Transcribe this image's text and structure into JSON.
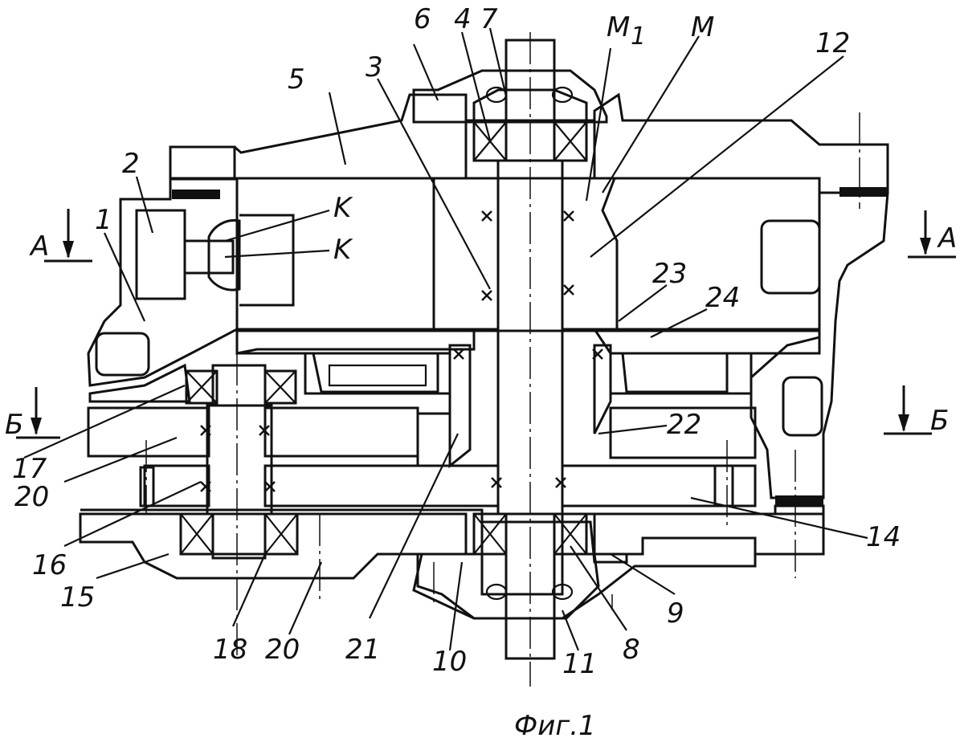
{
  "figure": {
    "caption": "Фиг.1",
    "section_marks": [
      {
        "id": "a-left",
        "letter": "А"
      },
      {
        "id": "a-right",
        "letter": "А"
      },
      {
        "id": "b-left",
        "letter": "Б"
      },
      {
        "id": "b-right",
        "letter": "Б"
      }
    ],
    "part_labels": [
      {
        "id": "p1",
        "text": "1"
      },
      {
        "id": "p2",
        "text": "2"
      },
      {
        "id": "p3",
        "text": "3"
      },
      {
        "id": "p4",
        "text": "4"
      },
      {
        "id": "p5",
        "text": "5"
      },
      {
        "id": "p6",
        "text": "6"
      },
      {
        "id": "p7",
        "text": "7"
      },
      {
        "id": "pM1",
        "text": "M"
      },
      {
        "id": "pM1sub",
        "text": "1"
      },
      {
        "id": "pM",
        "text": "M"
      },
      {
        "id": "p12",
        "text": "12"
      },
      {
        "id": "pK1",
        "text": "K"
      },
      {
        "id": "pK2",
        "text": "K"
      },
      {
        "id": "p23",
        "text": "23"
      },
      {
        "id": "p24",
        "text": "24"
      },
      {
        "id": "p22",
        "text": "22"
      },
      {
        "id": "p17",
        "text": "17"
      },
      {
        "id": "p20a",
        "text": "20"
      },
      {
        "id": "p16",
        "text": "16"
      },
      {
        "id": "p15",
        "text": "15"
      },
      {
        "id": "p18",
        "text": "18"
      },
      {
        "id": "p20b",
        "text": "20"
      },
      {
        "id": "p21",
        "text": "21"
      },
      {
        "id": "p10",
        "text": "10"
      },
      {
        "id": "p11",
        "text": "11"
      },
      {
        "id": "p8",
        "text": "8"
      },
      {
        "id": "p9",
        "text": "9"
      },
      {
        "id": "p14",
        "text": "14"
      }
    ]
  }
}
